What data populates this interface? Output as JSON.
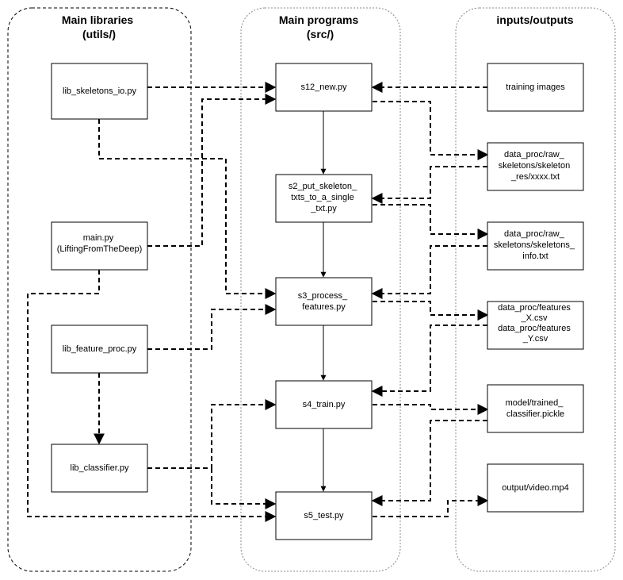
{
  "groups": {
    "libraries": {
      "title": [
        "Main libraries",
        "(utils/)"
      ]
    },
    "programs": {
      "title": [
        "Main programs",
        "(src/)"
      ]
    },
    "io": {
      "title": [
        "inputs/outputs"
      ]
    }
  },
  "libraries": {
    "skeletons_io": [
      "lib_skeletons_io.py"
    ],
    "main_py": [
      "main.py",
      "(LiftingFromTheDeep)"
    ],
    "feature_proc": [
      "lib_feature_proc.py"
    ],
    "classifier": [
      "lib_classifier.py"
    ]
  },
  "programs": {
    "s12": [
      "s12_new.py"
    ],
    "s2": [
      "s2_put_skeleton_",
      "txts_to_a_single",
      "_txt.py"
    ],
    "s3": [
      "s3_process_",
      "features.py"
    ],
    "s4": [
      "s4_train.py"
    ],
    "s5": [
      "s5_test.py"
    ]
  },
  "io": {
    "training_images": [
      "training images"
    ],
    "skeleton_res": [
      "data_proc/raw_",
      "skeletons/skeleton",
      "_res/xxxx.txt"
    ],
    "skeletons_info": [
      "data_proc/raw_",
      "skeletons/skeletons_",
      "info.txt"
    ],
    "features": [
      "data_proc/features",
      "_X.csv",
      "data_proc/features",
      "_Y.csv"
    ],
    "model": [
      "model/trained_",
      "classifier.pickle"
    ],
    "video": [
      "output/video.mp4"
    ]
  },
  "colors": {
    "stroke": "#000000",
    "fill": "#ffffff",
    "text": "#000000"
  }
}
